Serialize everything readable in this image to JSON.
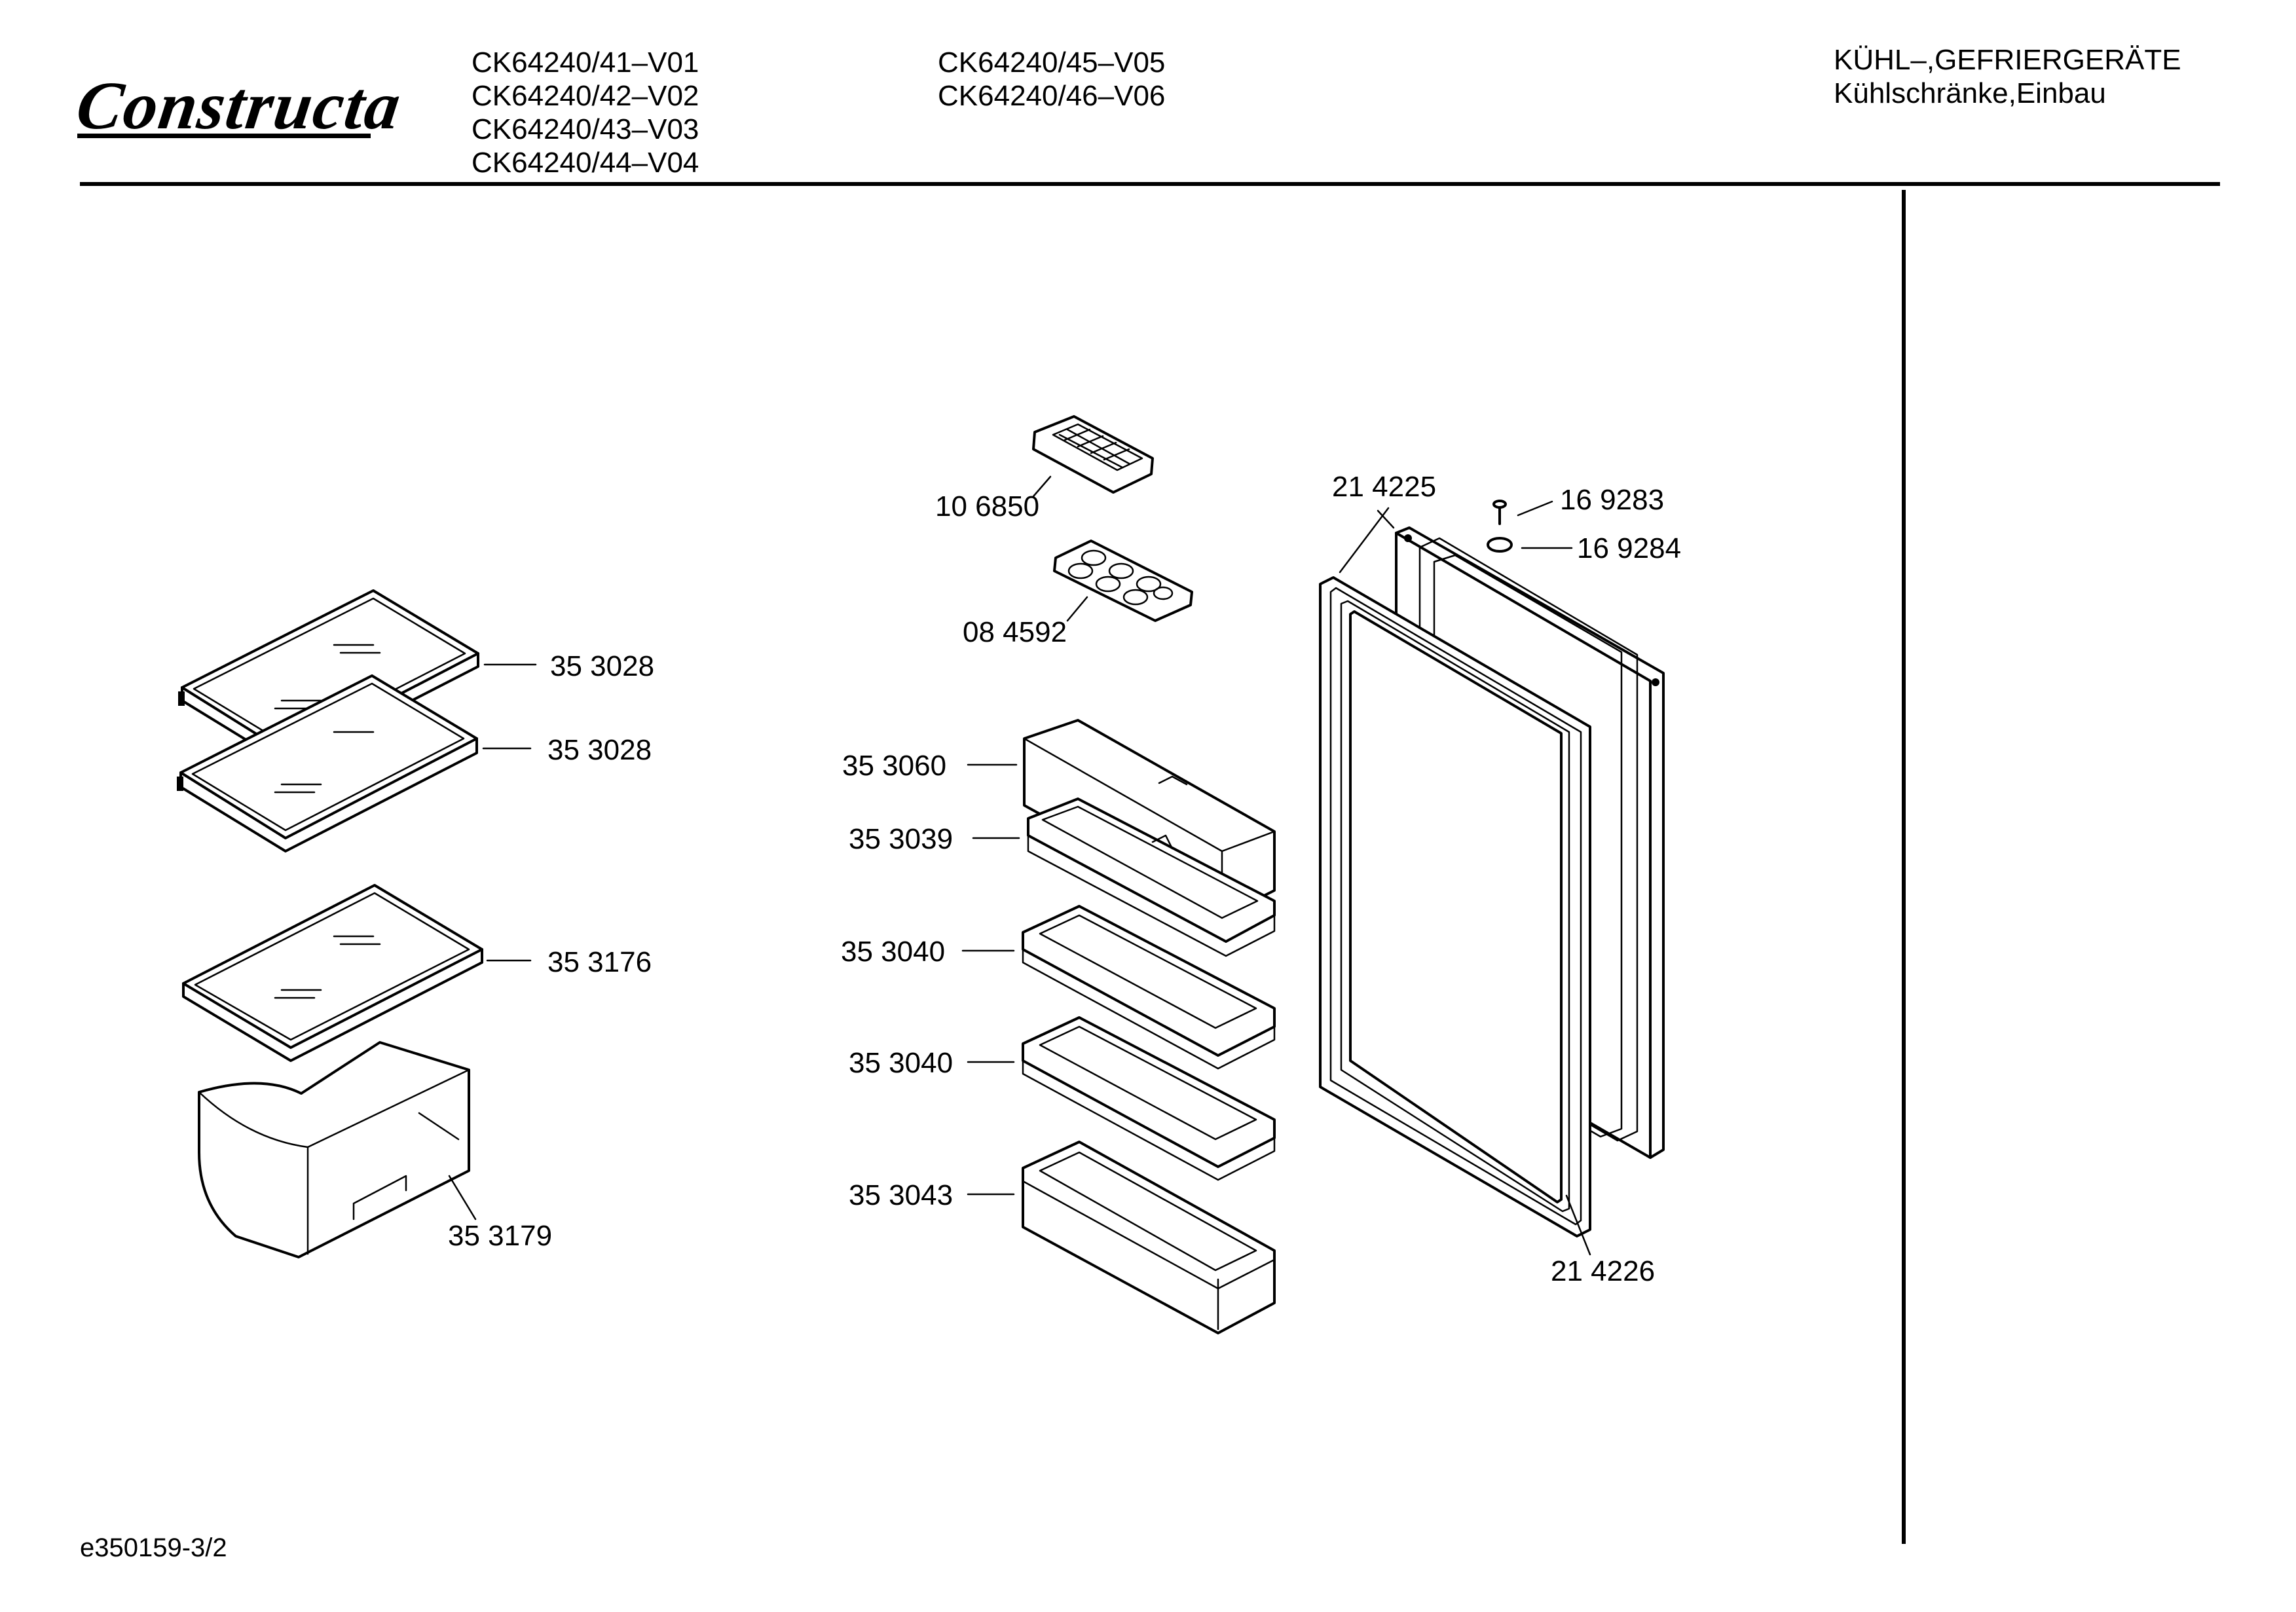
{
  "header": {
    "brand": "Constructa",
    "models_col1": [
      "CK64240/41–V01",
      "CK64240/42–V02",
      "CK64240/43–V03",
      "CK64240/44–V04"
    ],
    "models_col2": [
      "CK64240/45–V05",
      "CK64240/46–V06"
    ],
    "category_line1": "KÜHL–,GEFRIERGERÄTE",
    "category_line2": "Kühlschränke,Einbau"
  },
  "parts": {
    "shelf_top": "35 3028",
    "shelf_second": "35 3028",
    "shelf_third": "35 3176",
    "crisper": "35 3179",
    "ice_tray": "10 6850",
    "egg_tray": "08 4592",
    "door_shelf_cover": "35 3060",
    "door_shelf_1": "35 3039",
    "door_shelf_2": "35 3040",
    "door_shelf_3": "35 3040",
    "door_bottle_shelf": "35 3043",
    "door_gasket": "21 4225",
    "door_frame": "21 4226",
    "screw": "16 9283",
    "cap": "16 9284"
  },
  "footer": {
    "drawing_code": "e350159-3/2"
  }
}
